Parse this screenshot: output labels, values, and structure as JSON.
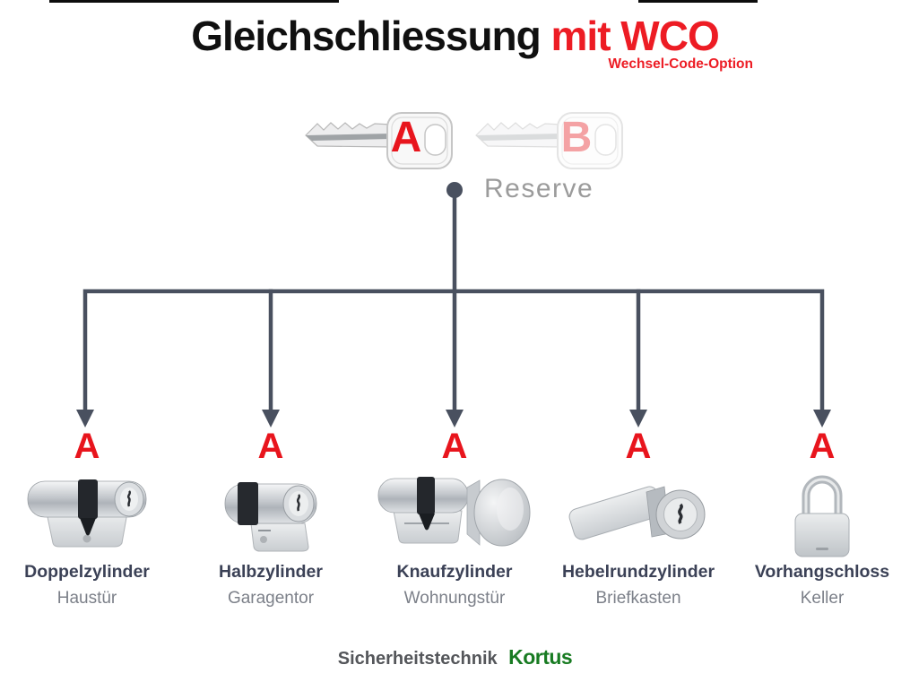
{
  "title": {
    "main": "Gleichschliessung",
    "highlight": "mit WCO",
    "subtitle": "Wechsel-Code-Option"
  },
  "keys": {
    "key_a": {
      "label": "A"
    },
    "key_b": {
      "label": "B"
    },
    "reserve_caption": "Reserve"
  },
  "colors": {
    "accent_red": "#e8151d",
    "title_red": "#ed1c24",
    "connector_line": "#49505f",
    "brand_green": "#187b22"
  },
  "locks": [
    {
      "key": "A",
      "name": "Doppelzylinder",
      "location": "Haustür",
      "icon": "doppelzylinder-icon"
    },
    {
      "key": "A",
      "name": "Halbzylinder",
      "location": "Garagentor",
      "icon": "halbzylinder-icon"
    },
    {
      "key": "A",
      "name": "Knaufzylinder",
      "location": "Wohnungstür",
      "icon": "knaufzylinder-icon"
    },
    {
      "key": "A",
      "name": "Hebelrundzylinder",
      "location": "Briefkasten",
      "icon": "hebelrundzylinder-icon"
    },
    {
      "key": "A",
      "name": "Vorhangschloss",
      "location": "Keller",
      "icon": "vorhangschloss-icon"
    }
  ],
  "footer": {
    "prefix": "Sicherheitstechnik",
    "brand": "Kortus"
  }
}
